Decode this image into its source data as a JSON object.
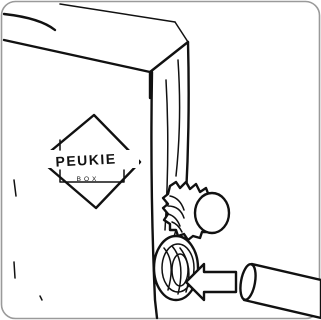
{
  "illustration": {
    "subject": "peukie-box-line-drawing",
    "colors": {
      "ink": "#111111",
      "paper": "#ffffff",
      "frame": "#9a9a9a"
    }
  },
  "logo": {
    "brand": "PEUKIE",
    "sub": "BOX"
  }
}
